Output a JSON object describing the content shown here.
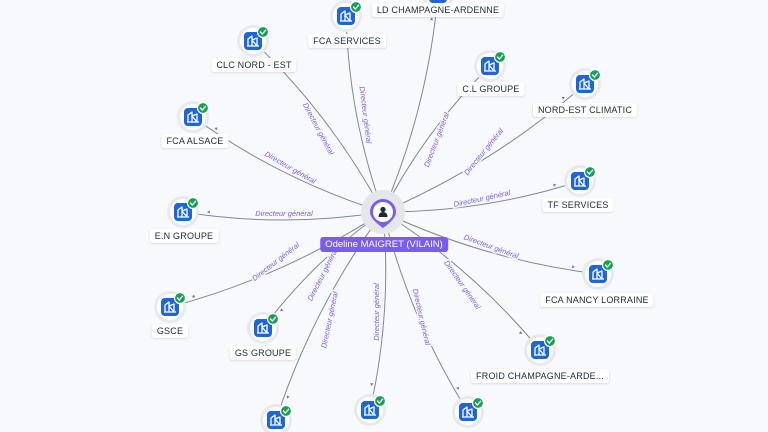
{
  "colors": {
    "edge": "#7f8797",
    "edge_label": "#7c5cf0",
    "company_icon_bg": "#1e66d8",
    "check_badge": "#1a9e57",
    "center_accent": "#7c5cf0",
    "background": "#f8f9fc"
  },
  "center": {
    "name": "Odeline MAIGRET (VILAIN)",
    "icon": "person-icon"
  },
  "companies": [
    {
      "name": "LD CHAMPAGNE-ARDENNE",
      "role": "",
      "icon": "building-icon",
      "verified": true
    },
    {
      "name": "FCA SERVICES",
      "role": "Directeur général",
      "icon": "building-icon",
      "verified": true
    },
    {
      "name": "CLC NORD - EST",
      "role": "Directeur général",
      "icon": "building-icon",
      "verified": true
    },
    {
      "name": "C.L GROUPE",
      "role": "Directeur général",
      "icon": "building-icon",
      "verified": true
    },
    {
      "name": "NORD-EST CLIMATIC",
      "role": "Directeur général",
      "icon": "building-icon",
      "verified": true
    },
    {
      "name": "FCA ALSACE",
      "role": "Directeur général",
      "icon": "building-icon",
      "verified": true
    },
    {
      "name": "TF SERVICES",
      "role": "Directeur général",
      "icon": "building-icon",
      "verified": true
    },
    {
      "name": "E.N GROUPE",
      "role": "Directeur général",
      "icon": "building-icon",
      "verified": true
    },
    {
      "name": "FCA NANCY LORRAINE",
      "role": "Directeur général",
      "icon": "building-icon",
      "verified": true
    },
    {
      "name": "GSCE",
      "role": "Directeur général",
      "icon": "building-icon",
      "verified": true
    },
    {
      "name": "GS GROUPE",
      "role": "Directeur général",
      "icon": "building-icon",
      "verified": true
    },
    {
      "name": "FROID CHAMPAGNE-ARDE...",
      "role": "Directeur général",
      "icon": "building-icon",
      "verified": true
    },
    {
      "name": "",
      "role": "Directeur général",
      "icon": "building-icon",
      "verified": true
    },
    {
      "name": "",
      "role": "Directeur général",
      "icon": "building-icon",
      "verified": true
    },
    {
      "name": "",
      "role": "Directeur général",
      "icon": "building-icon",
      "verified": true
    }
  ]
}
